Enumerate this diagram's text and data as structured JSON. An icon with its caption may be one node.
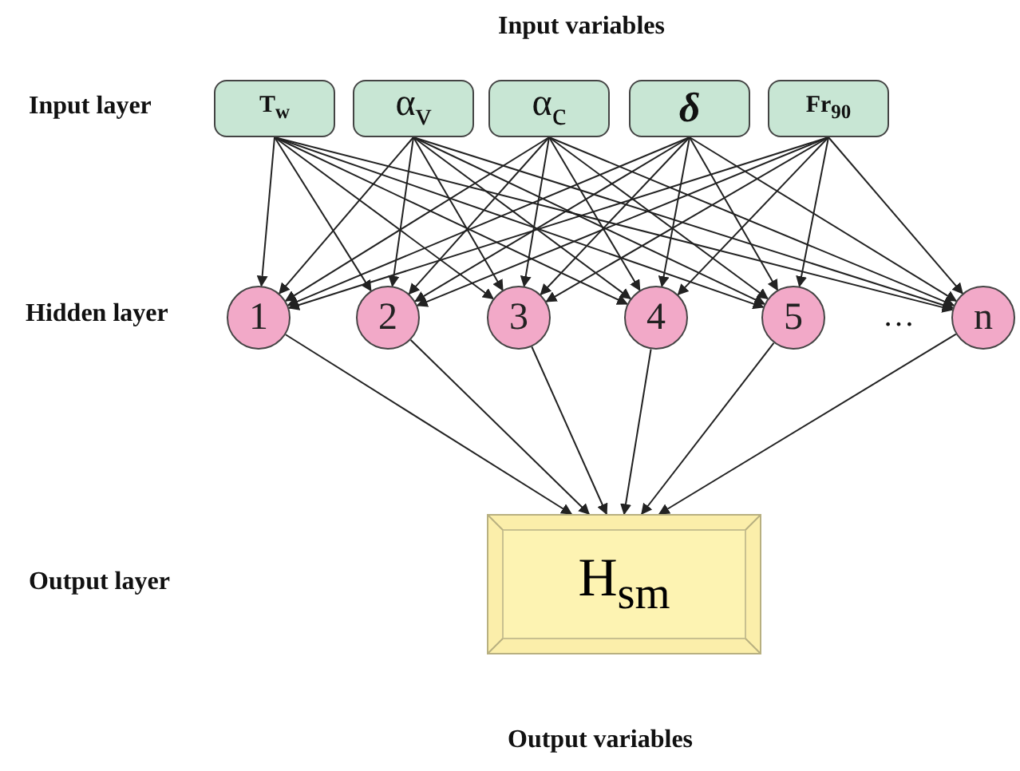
{
  "diagram": {
    "title": "Input variables",
    "caption": "Output variables",
    "nodes": [
      {
        "text": [
          "T$_{w}$"
        ]
      },
      {
        "text": [
          "α$_{v}$"
        ]
      },
      {
        "text": [
          "α$_{c}$"
        ]
      },
      {
        "text": [
          "δ"
        ]
      },
      {
        "text": [
          "Fr$_{90}$"
        ]
      },
      {
        "text": [
          "1"
        ]
      },
      {
        "text": [
          "2"
        ]
      },
      {
        "text": [
          "3"
        ]
      },
      {
        "text": [
          "4"
        ]
      },
      {
        "text": [
          "5"
        ]
      },
      {
        "text": [
          "n"
        ]
      },
      {
        "text": [
          "H$_{sm}$"
        ]
      }
    ],
    "edges": [
      {
        "from": 0,
        "to": 5,
        "arrow": "to"
      },
      {
        "from": 0,
        "to": 6,
        "arrow": "to"
      },
      {
        "from": 0,
        "to": 7,
        "arrow": "to"
      },
      {
        "from": 0,
        "to": 8,
        "arrow": "to"
      },
      {
        "from": 0,
        "to": 9,
        "arrow": "to"
      },
      {
        "from": 0,
        "to": 10,
        "arrow": "to"
      },
      {
        "from": 1,
        "to": 5,
        "arrow": "to"
      },
      {
        "from": 1,
        "to": 6,
        "arrow": "to"
      },
      {
        "from": 1,
        "to": 7,
        "arrow": "to"
      },
      {
        "from": 1,
        "to": 8,
        "arrow": "to"
      },
      {
        "from": 1,
        "to": 9,
        "arrow": "to"
      },
      {
        "from": 1,
        "to": 10,
        "arrow": "to"
      },
      {
        "from": 2,
        "to": 5,
        "arrow": "to"
      },
      {
        "from": 2,
        "to": 6,
        "arrow": "to"
      },
      {
        "from": 2,
        "to": 7,
        "arrow": "to"
      },
      {
        "from": 2,
        "to": 8,
        "arrow": "to"
      },
      {
        "from": 2,
        "to": 9,
        "arrow": "to"
      },
      {
        "from": 2,
        "to": 10,
        "arrow": "to"
      },
      {
        "from": 3,
        "to": 5,
        "arrow": "to"
      },
      {
        "from": 3,
        "to": 6,
        "arrow": "to"
      },
      {
        "from": 3,
        "to": 7,
        "arrow": "to"
      },
      {
        "from": 3,
        "to": 8,
        "arrow": "to"
      },
      {
        "from": 3,
        "to": 9,
        "arrow": "to"
      },
      {
        "from": 3,
        "to": 10,
        "arrow": "to"
      },
      {
        "from": 4,
        "to": 5,
        "arrow": "to"
      },
      {
        "from": 4,
        "to": 6,
        "arrow": "to"
      },
      {
        "from": 4,
        "to": 7,
        "arrow": "to"
      },
      {
        "from": 4,
        "to": 8,
        "arrow": "to"
      },
      {
        "from": 4,
        "to": 9,
        "arrow": "to"
      },
      {
        "from": 4,
        "to": 10,
        "arrow": "to"
      },
      {
        "from": 5,
        "to": 11,
        "arrow": "to"
      },
      {
        "from": 6,
        "to": 11,
        "arrow": "to"
      },
      {
        "from": 7,
        "to": 11,
        "arrow": "to"
      },
      {
        "from": 8,
        "to": 11,
        "arrow": "to"
      },
      {
        "from": 9,
        "to": 11,
        "arrow": "to"
      },
      {
        "from": 10,
        "to": 11,
        "arrow": "to"
      }
    ],
    "labels": [
      "Input layer",
      "Hidden layer",
      "…",
      "Output layer"
    ]
  }
}
